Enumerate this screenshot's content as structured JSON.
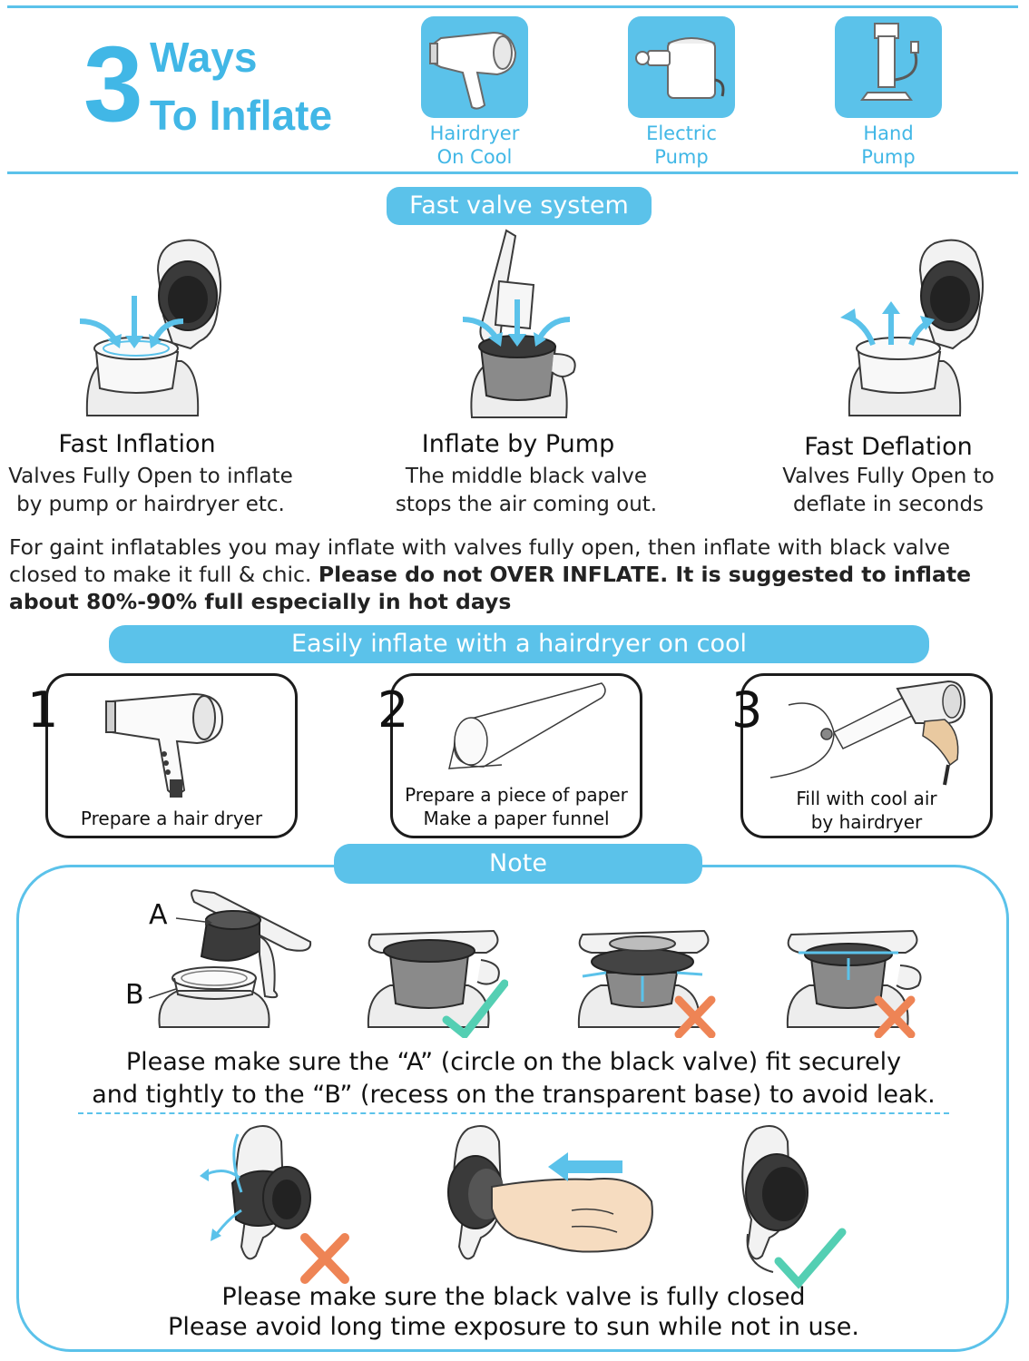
{
  "header": {
    "number": "3",
    "line1": "Ways",
    "line2": "To Inflate",
    "tools": [
      {
        "icon": "hairdryer-icon",
        "label": "Hairdryer\nOn Cool"
      },
      {
        "icon": "electric-pump-icon",
        "label": "Electric\nPump"
      },
      {
        "icon": "hand-pump-icon",
        "label": "Hand\nPump"
      }
    ]
  },
  "valve_section": {
    "title": "Fast valve system",
    "items": [
      {
        "title": "Fast Inflation",
        "desc": "Valves Fully Open to inflate\nby pump or hairdryer etc."
      },
      {
        "title": "Inflate by Pump",
        "desc": "The middle black valve\nstops the air coming out."
      },
      {
        "title": "Fast Deflation",
        "desc": "Valves Fully Open to\ndeflate in seconds"
      }
    ],
    "paragraph_normal": "For gaint inflatables you may inflate with valves fully open, then inflate with black valve closed to make it full & chic. ",
    "paragraph_bold": "Please do not OVER INFLATE. It is suggested to inflate about 80%-90% full especially in hot days"
  },
  "hairdryer_section": {
    "title": "Easily inflate with a hairdryer on cool",
    "steps": [
      {
        "number": "1",
        "caption": "Prepare a hair dryer"
      },
      {
        "number": "2",
        "caption": "Prepare a piece of paper\nMake a paper funnel"
      },
      {
        "number": "3",
        "caption": "Fill with cool air\nby hairdryer"
      }
    ]
  },
  "note_section": {
    "title": "Note",
    "label_a": "A",
    "label_b": "B",
    "text1": "Please make sure the  “A”  (circle on the black valve) fit securely\nand tightly to the  “B”  (recess on the transparent base) to avoid leak.",
    "text2": "Please make sure the black valve is fully closed\nPlease avoid long time exposure to sun while not in use."
  },
  "colors": {
    "accent": "#5bc2ea",
    "check": "#54cfb3",
    "cross": "#ee8455",
    "valve_dark": "#3a3a3a"
  }
}
